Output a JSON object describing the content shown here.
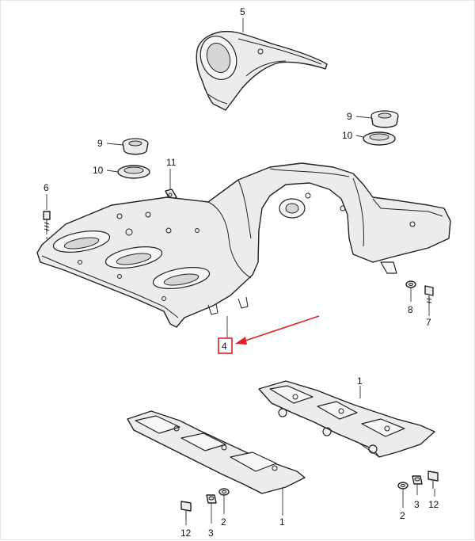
{
  "diagram": {
    "callouts": {
      "c5": "5",
      "c9a": "9",
      "c10a": "10",
      "c11": "11",
      "c6": "6",
      "c9b": "9",
      "c10b": "10",
      "c8": "8",
      "c7": "7",
      "c4": "4",
      "c1a": "1",
      "c1b": "1",
      "c12a": "12",
      "c3a": "3",
      "c2a": "2",
      "c2b": "2",
      "c3b": "3",
      "c12b": "12"
    },
    "highlight": {
      "part": "4",
      "color": "#e02020"
    }
  }
}
